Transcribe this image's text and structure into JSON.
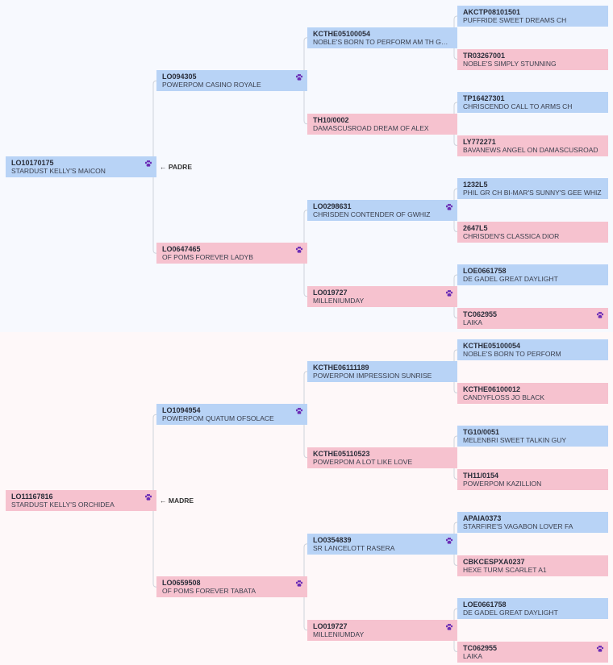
{
  "colors": {
    "male": "#b8d3f6",
    "female": "#f6c2cf",
    "paw": "#6a2bb5",
    "line": "#cfd4dc"
  },
  "sire_label": "← PADRE",
  "dam_label": "← MADRE",
  "sire": {
    "self": {
      "code": "LO10170175",
      "name": "STARDUST KELLY'S MAICON",
      "paw": true
    },
    "g1": [
      {
        "code": "LO094305",
        "name": "POWERPOM CASINO ROYALE",
        "paw": true
      },
      {
        "code": "LO0647465",
        "name": "OF POMS FOREVER LADYB",
        "paw": true
      }
    ],
    "g2": [
      {
        "code": "KCTHE05100054",
        "name": "NOBLE'S BORN TO PERFORM AM TH GR AND ...",
        "paw": false
      },
      {
        "code": "TH10/0002",
        "name": "DAMASCUSROAD DREAM OF ALEX",
        "paw": false
      },
      {
        "code": "LO0298631",
        "name": "CHRISDEN CONTENDER OF GWHIZ",
        "paw": true
      },
      {
        "code": "LO019727",
        "name": "MILLENIUMDAY",
        "paw": true
      }
    ],
    "g3": [
      {
        "code": "AKCTP08101501",
        "name": "PUFFRIDE SWEET DREAMS CH",
        "paw": false
      },
      {
        "code": "TR03267001",
        "name": "NOBLE'S SIMPLY STUNNING",
        "paw": false
      },
      {
        "code": "TP16427301",
        "name": "CHRISCENDO CALL TO ARMS CH",
        "paw": false
      },
      {
        "code": "LY772271",
        "name": "BAVANEWS ANGEL ON DAMASCUSROAD",
        "paw": false
      },
      {
        "code": "1232L5",
        "name": "PHIL GR CH BI-MAR'S SUNNY'S GEE WHIZ",
        "paw": false
      },
      {
        "code": "2647L5",
        "name": "CHRISDEN'S CLASSICA DIOR",
        "paw": false
      },
      {
        "code": "LOE0661758",
        "name": "DE GADEL GREAT DAYLIGHT",
        "paw": false
      },
      {
        "code": "TC062955",
        "name": "LAIKA",
        "paw": true
      }
    ]
  },
  "dam": {
    "self": {
      "code": "LO11167816",
      "name": "STARDUST KELLY'S ORCHIDEA",
      "paw": true
    },
    "g1": [
      {
        "code": "LO1094954",
        "name": "POWERPOM QUATUM OFSOLACE",
        "paw": true
      },
      {
        "code": "LO0659508",
        "name": "OF POMS FOREVER TABATA",
        "paw": true
      }
    ],
    "g2": [
      {
        "code": "KCTHE06111189",
        "name": "POWERPOM IMPRESSION SUNRISE",
        "paw": false
      },
      {
        "code": "KCTHE05110523",
        "name": "POWERPOM A LOT LIKE LOVE",
        "paw": false
      },
      {
        "code": "LO0354839",
        "name": "SR LANCELOTT RASERA",
        "paw": true
      },
      {
        "code": "LO019727",
        "name": "MILLENIUMDAY",
        "paw": true
      }
    ],
    "g3": [
      {
        "code": "KCTHE05100054",
        "name": "NOBLE'S BORN TO PERFORM",
        "paw": false
      },
      {
        "code": "KCTHE06100012",
        "name": "CANDYFLOSS JO BLACK",
        "paw": false
      },
      {
        "code": "TG10/0051",
        "name": "MELENBRI SWEET TALKIN GUY",
        "paw": false
      },
      {
        "code": "TH11/0154",
        "name": "POWERPOM KAZILLION",
        "paw": false
      },
      {
        "code": "APAIA0373",
        "name": "STARFIRE'S VAGABON LOVER FA",
        "paw": false
      },
      {
        "code": "CBKCESPXA0237",
        "name": "HEXE TURM SCARLET A1",
        "paw": false
      },
      {
        "code": "LOE0661758",
        "name": "DE GADEL GREAT DAYLIGHT",
        "paw": false
      },
      {
        "code": "TC062955",
        "name": "LAIKA",
        "paw": true
      }
    ]
  }
}
